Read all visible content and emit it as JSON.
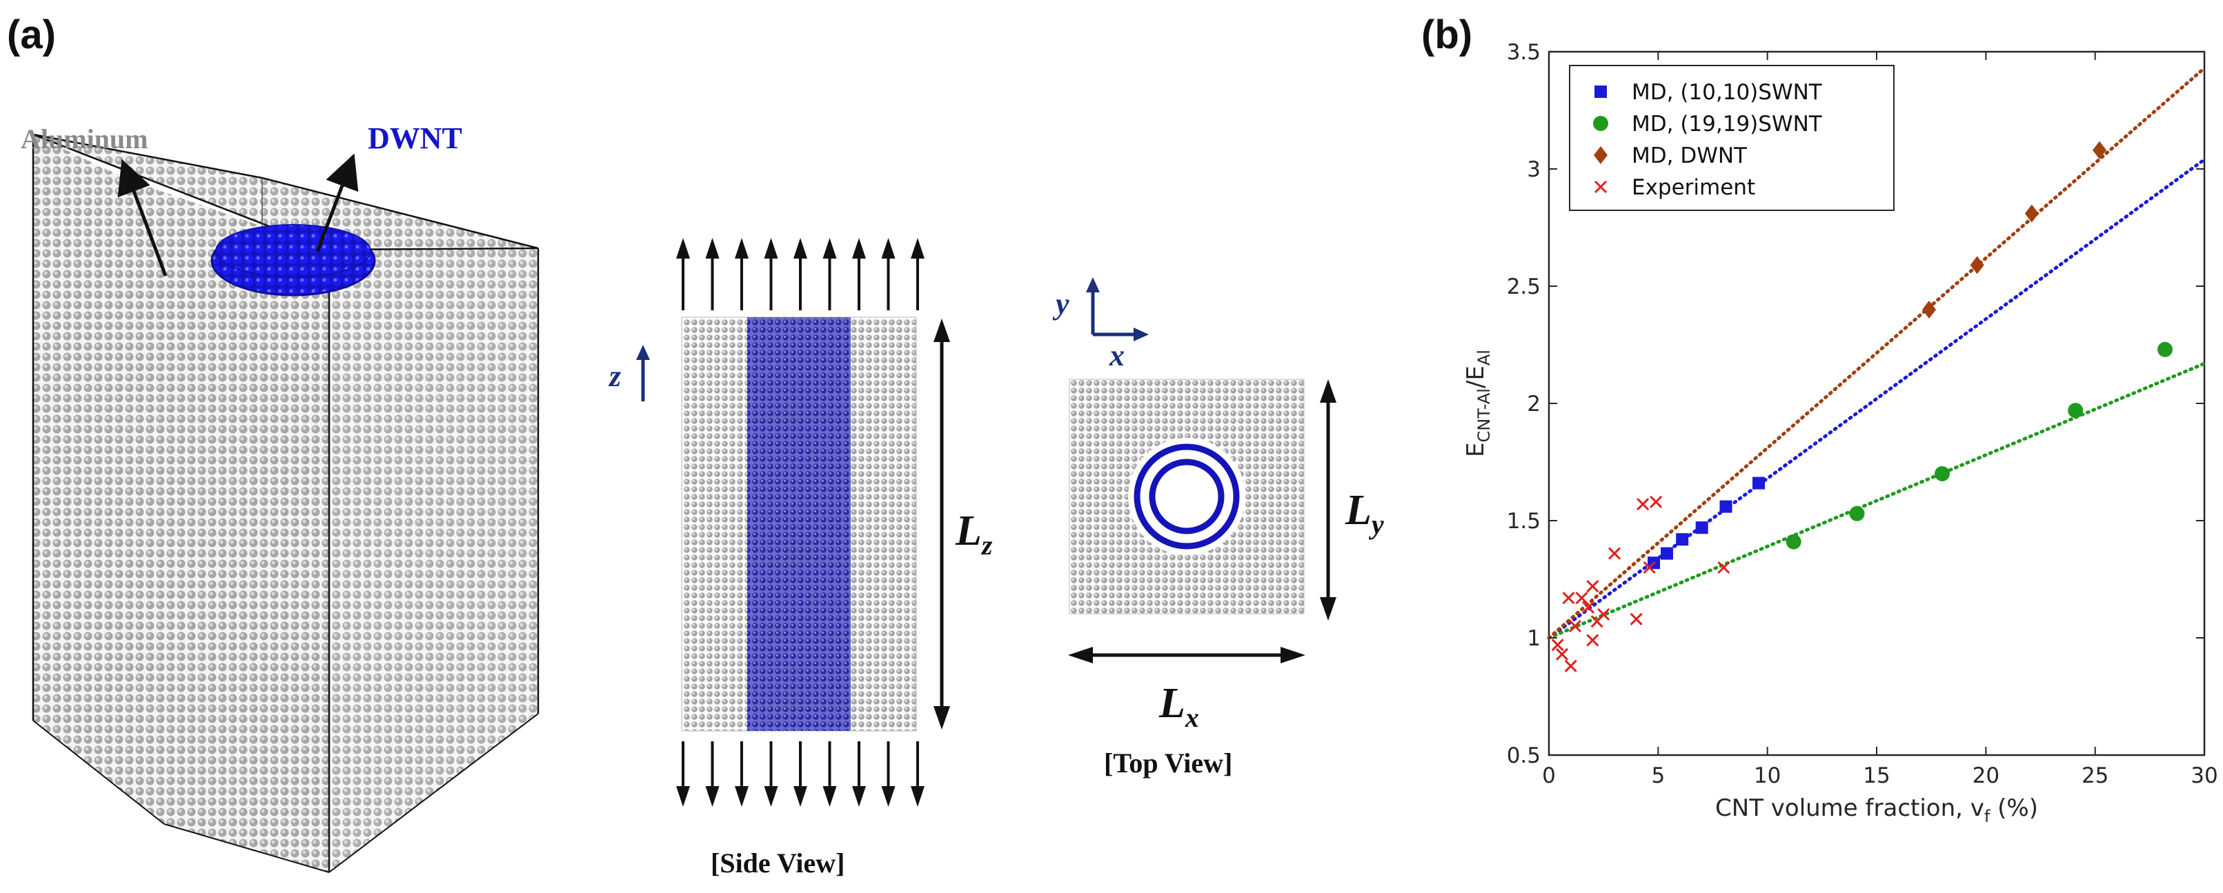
{
  "panel_a": {
    "label": "(a)",
    "box3d_labels": {
      "matrix": "Aluminum",
      "tube": "DWNT"
    },
    "side_view": {
      "caption": "[Side View]",
      "axis": "z",
      "dim": "L",
      "dim_sub": "z"
    },
    "top_view": {
      "caption": "[Top View]",
      "axis_y": "y",
      "axis_x": "x",
      "dim_x": "L",
      "dim_x_sub": "x",
      "dim_y": "L",
      "dim_y_sub": "y"
    }
  },
  "panel_b": {
    "label": "(b)"
  },
  "colors": {
    "aluminum": "#9a9a9a",
    "tube_blue": "#1111cc",
    "swnt10": "#1a1adb",
    "swnt19": "#1e9a1e",
    "dwnt": "#a0400f",
    "experiment": "#e02020",
    "arrow": "#111111"
  },
  "chart_data": {
    "type": "scatter",
    "xlabel": "CNT volume fraction, v",
    "xlabel_sub": "f",
    "xlabel_suffix": " (%)",
    "ylabel": "E",
    "ylabel_sub1": "CNT-Al",
    "ylabel_mid": "/E",
    "ylabel_sub2": "Al",
    "xlim": [
      0,
      30
    ],
    "ylim": [
      0.5,
      3.5
    ],
    "xticks": [
      0,
      5,
      10,
      15,
      20,
      25,
      30
    ],
    "yticks": [
      0.5,
      1,
      1.5,
      2,
      2.5,
      3,
      3.5
    ],
    "xtick_labels": [
      "0",
      "5",
      "10",
      "15",
      "20",
      "25",
      "30"
    ],
    "ytick_labels": [
      "0.5",
      "1",
      "1.5",
      "2",
      "2.5",
      "3",
      "3.5"
    ],
    "legend_position": "top-left",
    "series": [
      {
        "name": "MD, (10,10)SWNT",
        "marker": "square",
        "color": "#1a1adb",
        "x": [
          4.8,
          5.4,
          6.1,
          7.0,
          8.1,
          9.6
        ],
        "y": [
          1.32,
          1.36,
          1.42,
          1.47,
          1.56,
          1.66
        ],
        "fit": {
          "slope": 0.068,
          "intercept": 1.0
        }
      },
      {
        "name": "MD, (19,19)SWNT",
        "marker": "circle",
        "color": "#1e9a1e",
        "x": [
          11.2,
          14.1,
          18.0,
          24.1,
          28.2
        ],
        "y": [
          1.41,
          1.53,
          1.7,
          1.97,
          2.23
        ],
        "fit": {
          "slope": 0.039,
          "intercept": 1.0
        }
      },
      {
        "name": "MD, DWNT",
        "marker": "diamond",
        "color": "#a0400f",
        "x": [
          17.4,
          19.6,
          22.1,
          25.2
        ],
        "y": [
          2.4,
          2.59,
          2.81,
          3.08
        ],
        "fit": {
          "slope": 0.081,
          "intercept": 1.0
        }
      },
      {
        "name": "Experiment",
        "marker": "x",
        "color": "#e02020",
        "x": [
          0.4,
          0.6,
          0.9,
          1.0,
          1.2,
          1.5,
          1.8,
          2.0,
          2.0,
          2.2,
          2.5,
          3.0,
          4.0,
          4.3,
          4.6,
          4.9,
          8.0
        ],
        "y": [
          0.97,
          0.93,
          1.17,
          0.88,
          1.05,
          1.17,
          1.13,
          1.22,
          0.99,
          1.07,
          1.1,
          1.36,
          1.08,
          1.57,
          1.3,
          1.58,
          1.3
        ]
      }
    ]
  }
}
